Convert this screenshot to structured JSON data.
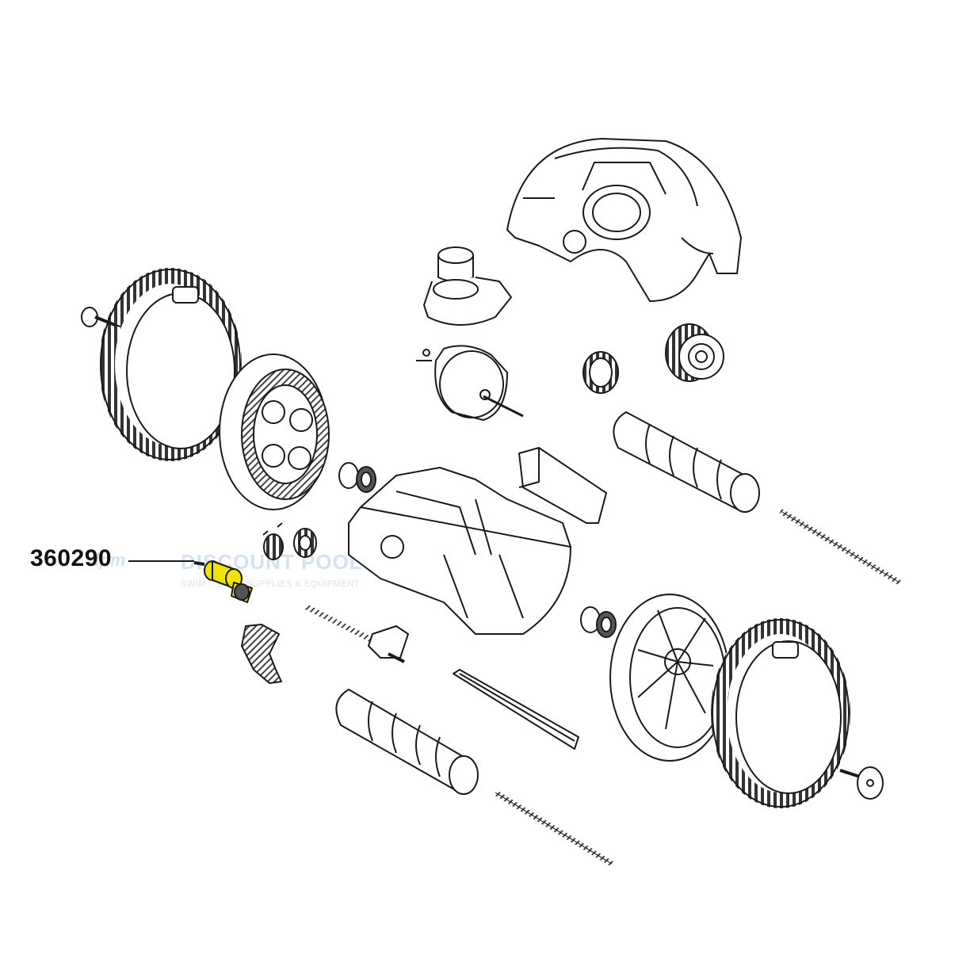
{
  "callout": {
    "part_number": "360290",
    "highlight_color": "#f2e200"
  },
  "watermark": {
    "logo": "dpm",
    "brand": "DISCOUNT POOL",
    "tagline": "SWIM... & SPA SUPPLIES & EQUIPMENT"
  },
  "colors": {
    "line": "#1a1a1a",
    "shade": "#555555",
    "watermark": "#d6e2f0"
  }
}
